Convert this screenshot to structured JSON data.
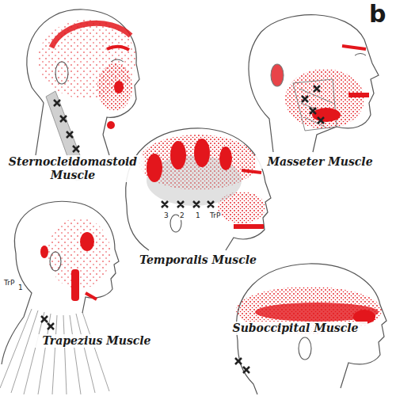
{
  "diagram": {
    "labels": [
      "b",
      "Sternocleidomastoid Muscle",
      "Masseter Muscle",
      "3",
      "2",
      "1",
      "TrP",
      "Temporalis Muscle",
      "TrP",
      "1",
      "Trapezius Muscle",
      "Suboccipital Muscle"
    ]
  }
}
